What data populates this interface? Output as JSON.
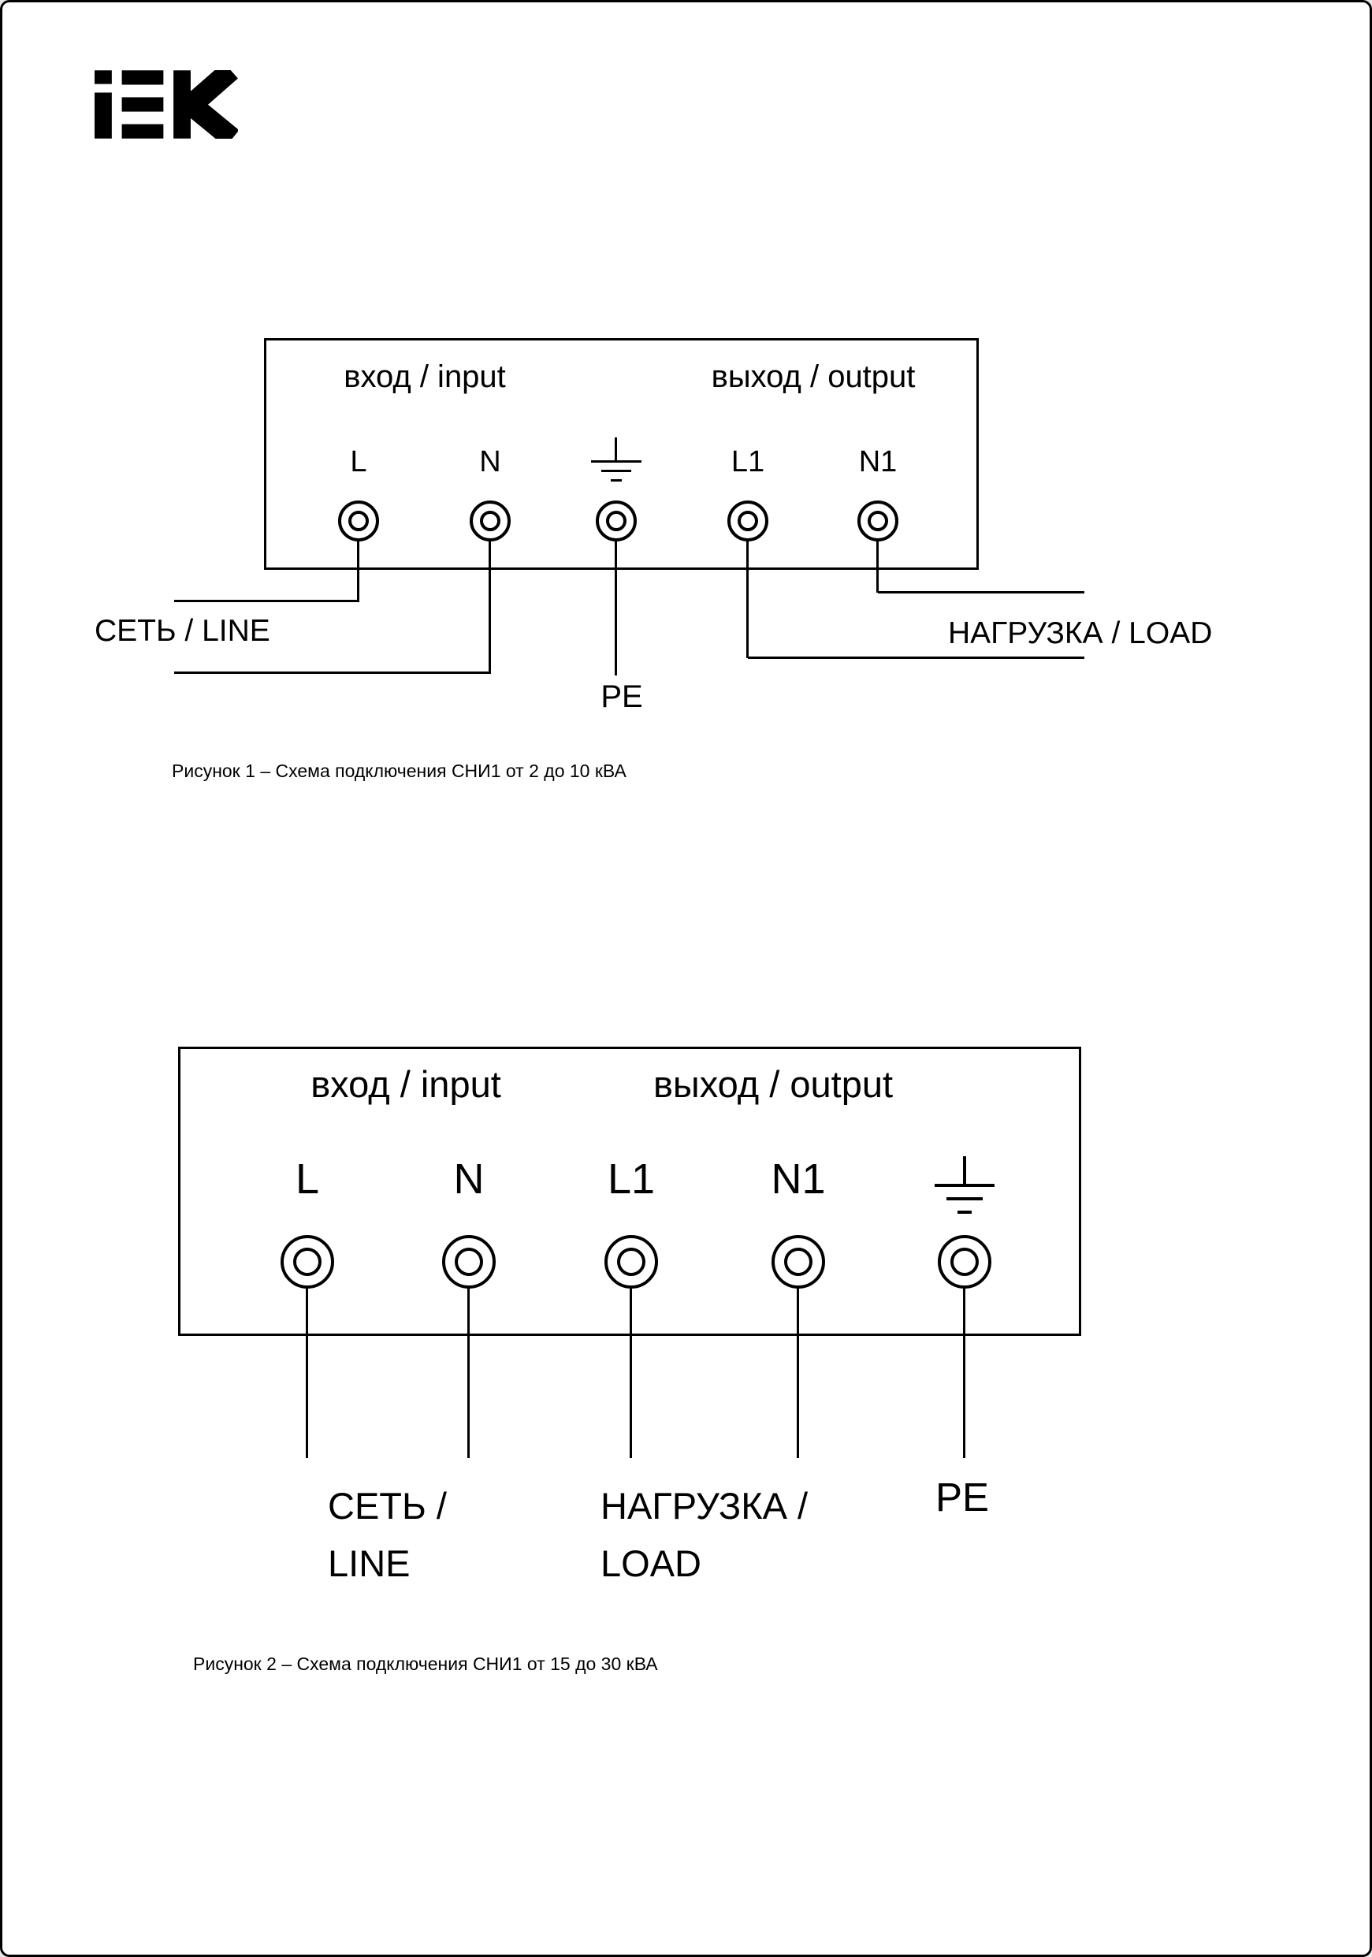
{
  "logo": {
    "brand": "IEK"
  },
  "figure1": {
    "input_label": "вход / input",
    "output_label": "выход / output",
    "terminals": {
      "l": "L",
      "n": "N",
      "l1": "L1",
      "n1": "N1"
    },
    "line_label": "СЕТЬ / LINE",
    "pe_label": "PE",
    "load_label": "НАГРУЗКА / LOAD",
    "caption": "Рисунок 1 – Схема подключения СНИ1 от 2 до 10 кВА"
  },
  "figure2": {
    "input_label": "вход / input",
    "output_label": "выход / output",
    "terminals": {
      "l": "L",
      "n": "N",
      "l1": "L1",
      "n1": "N1"
    },
    "line_label_line1": "СЕТЬ /",
    "line_label_line2": "LINE",
    "load_label_line1": "НАГРУЗКА /",
    "load_label_line2": "LOAD",
    "pe_label": "PE",
    "caption": "Рисунок 2 – Схема подключения СНИ1 от 15 до 30 кВА"
  }
}
